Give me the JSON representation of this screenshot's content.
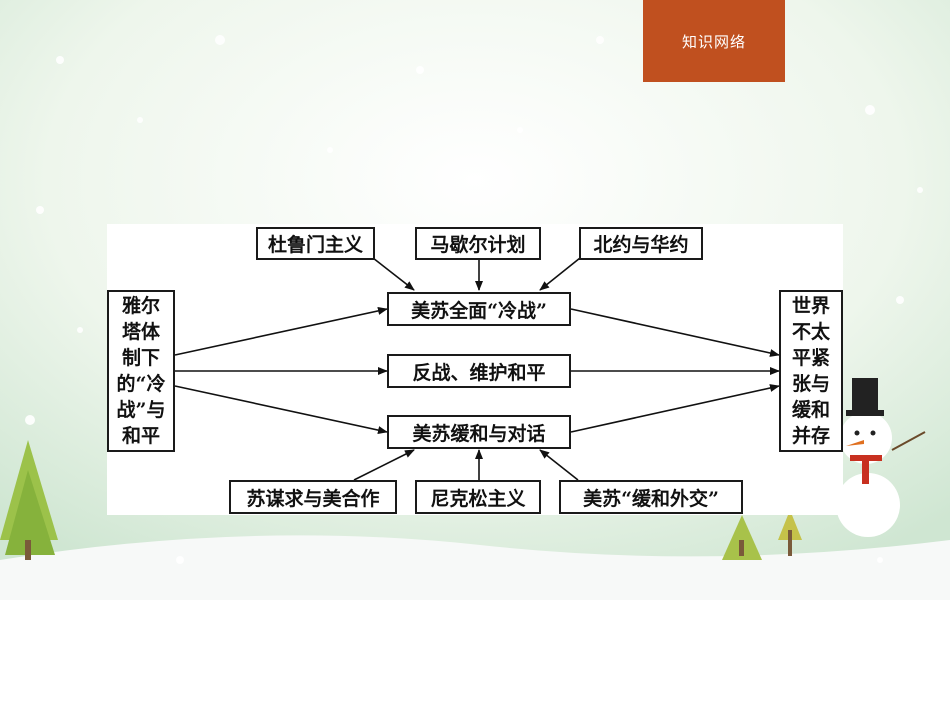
{
  "tag": {
    "label": "知识网络"
  },
  "diagram": {
    "left": {
      "lines": [
        "雅尔",
        "塔体",
        "制下",
        "的“冷",
        "战”与",
        "和平"
      ]
    },
    "right": {
      "lines": [
        "世界",
        "不太",
        "平紧",
        "张与",
        "缓和",
        "并存"
      ]
    },
    "top_inputs": [
      "杜鲁门主义",
      "马歇尔计划",
      "北约与华约"
    ],
    "middle": [
      "美苏全面“冷战”",
      "反战、维护和平",
      "美苏缓和与对话"
    ],
    "bottom_inputs": [
      "苏谋求与美合作",
      "尼克松主义",
      "美苏“缓和外交”"
    ]
  }
}
